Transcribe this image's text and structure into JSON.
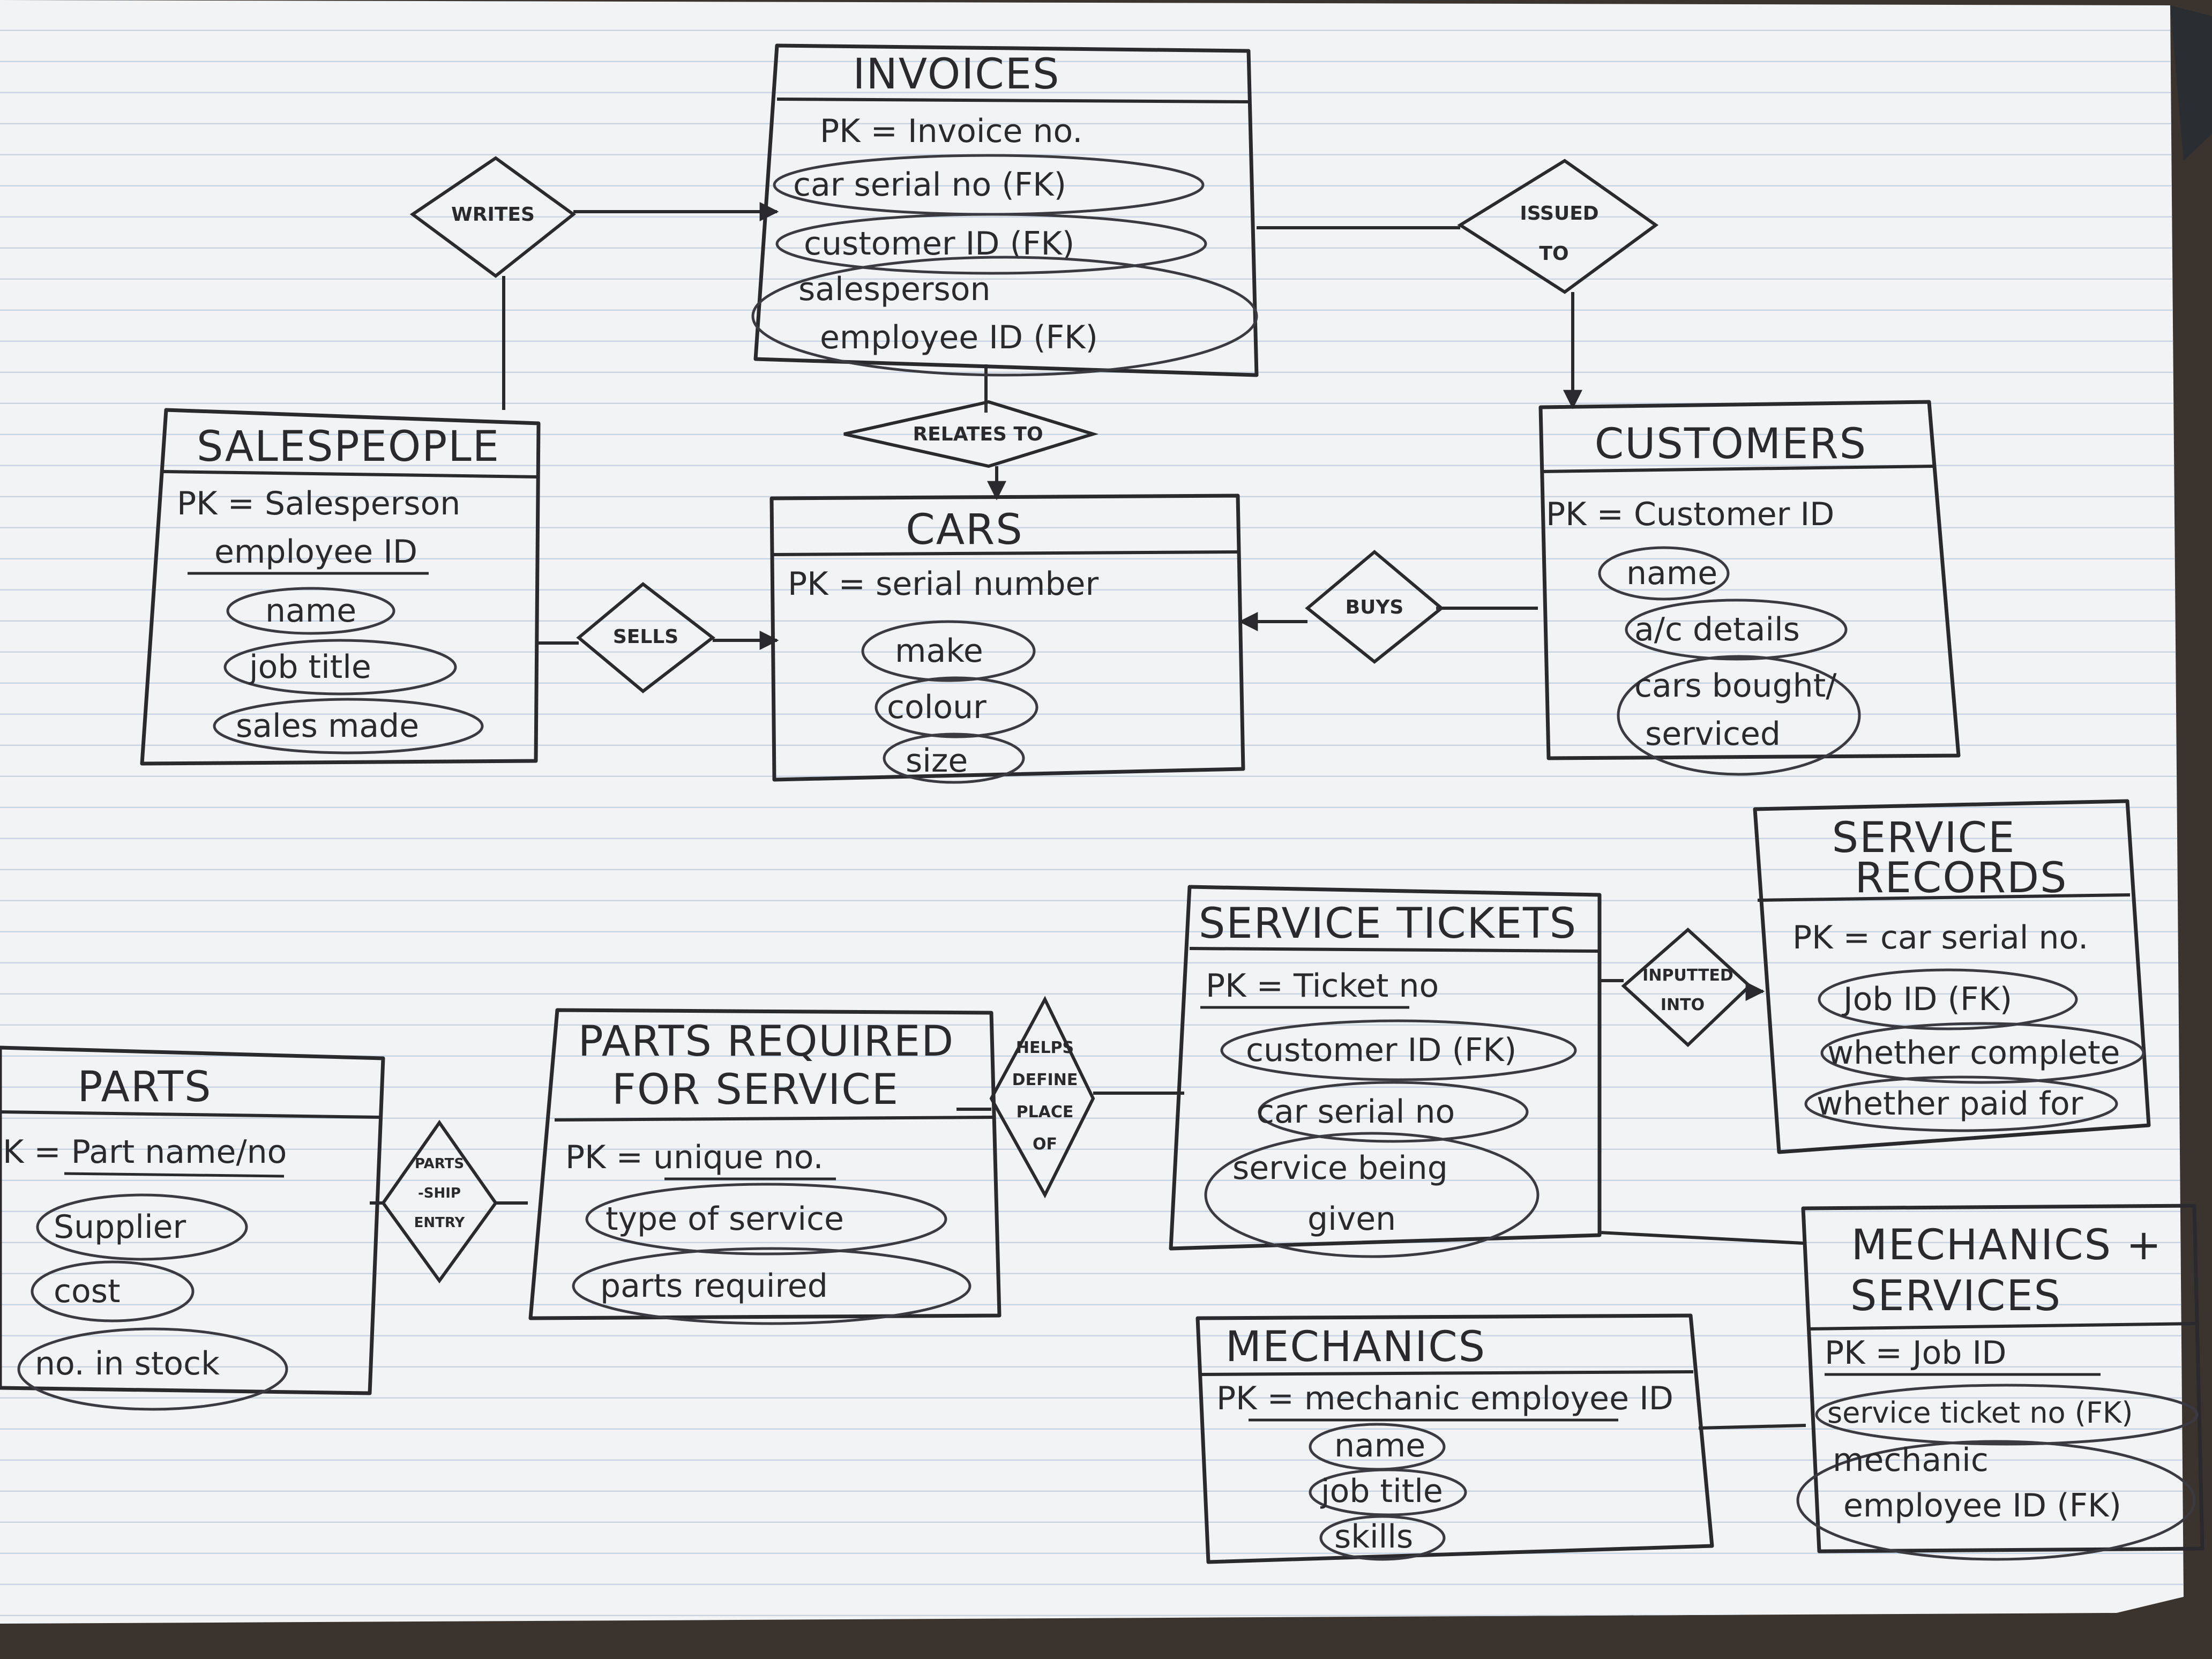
{
  "colors": {
    "paper": "#f2f3f5",
    "rule": "#c9d4e2",
    "ink": "#2a2a2e",
    "desk": "#3b342e"
  },
  "entities": {
    "invoices": {
      "title": "INVOICES",
      "pk": "PK = Invoice no.",
      "attrs": [
        "car serial no (FK)",
        "customer ID (FK)",
        "salesperson",
        "employee ID (FK)"
      ]
    },
    "salespeople": {
      "title": "SALESPEOPLE",
      "pk": "PK = Salesperson",
      "pk2": "employee ID",
      "attrs": [
        "name",
        "job title",
        "sales made"
      ]
    },
    "cars": {
      "title": "CARS",
      "pk": "PK = serial number",
      "attrs": [
        "make",
        "colour",
        "size"
      ]
    },
    "customers": {
      "title": "CUSTOMERS",
      "pk": "PK = Customer ID",
      "attrs": [
        "name",
        "a/c details",
        "cars bought/",
        "serviced"
      ]
    },
    "service_records": {
      "title": "SERVICE",
      "title2": "RECORDS",
      "pk": "PK = car serial no.",
      "attrs": [
        "Job ID (FK)",
        "whether complete",
        "whether paid for"
      ]
    },
    "service_tickets": {
      "title": "SERVICE TICKETS",
      "pk": "PK = Ticket no",
      "attrs": [
        "customer ID (FK)",
        "car serial no",
        "service being",
        "given"
      ]
    },
    "parts_required": {
      "title": "PARTS REQUIRED",
      "title2": "FOR SERVICE",
      "pk": "PK = unique no.",
      "attrs": [
        "type of service",
        "parts required"
      ]
    },
    "parts": {
      "title": "PARTS",
      "pk": "K = Part name/no",
      "attrs": [
        "Supplier",
        "cost",
        "no. in stock"
      ]
    },
    "mechanics": {
      "title": "MECHANICS",
      "pk": "PK = mechanic employee ID",
      "attrs": [
        "name",
        "job title",
        "skills"
      ]
    },
    "mech_services": {
      "title": "MECHANICS +",
      "title2": "SERVICES",
      "pk": "PK = Job ID",
      "attrs": [
        "service ticket no (FK)",
        "mechanic",
        "employee ID (FK)"
      ]
    }
  },
  "relationships": {
    "writes": "WRITES",
    "issued_to": [
      "ISSUED",
      "TO"
    ],
    "relates_to": "RELATES TO",
    "sells": "SELLS",
    "buys": "BUYS",
    "inputted_into": [
      "INPUTTED",
      "INTO"
    ],
    "helps_define": [
      "HELPS",
      "DEFINE",
      "PLACE",
      "OF"
    ],
    "parts_ship": [
      "PARTS",
      "-SHIP",
      "ENTRY"
    ]
  }
}
